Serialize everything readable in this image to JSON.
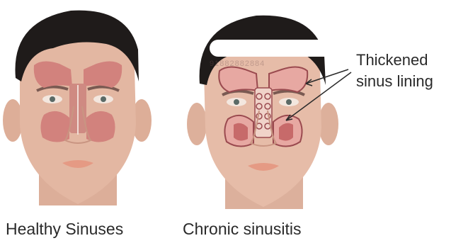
{
  "captions": {
    "healthy": "Healthy Sinuses",
    "chronic": "Chronic sinusitis"
  },
  "callout": {
    "line1": "Thickened",
    "line2": "sinus lining"
  },
  "watermark": "91882882884",
  "colors": {
    "skin": "#e3b7a2",
    "hair": "#1f1b1a",
    "sinus": "#d2827d",
    "sinus_inflamed": "#e7a8a2",
    "lining": "#9a4a4f",
    "lips": "#e59a84"
  }
}
